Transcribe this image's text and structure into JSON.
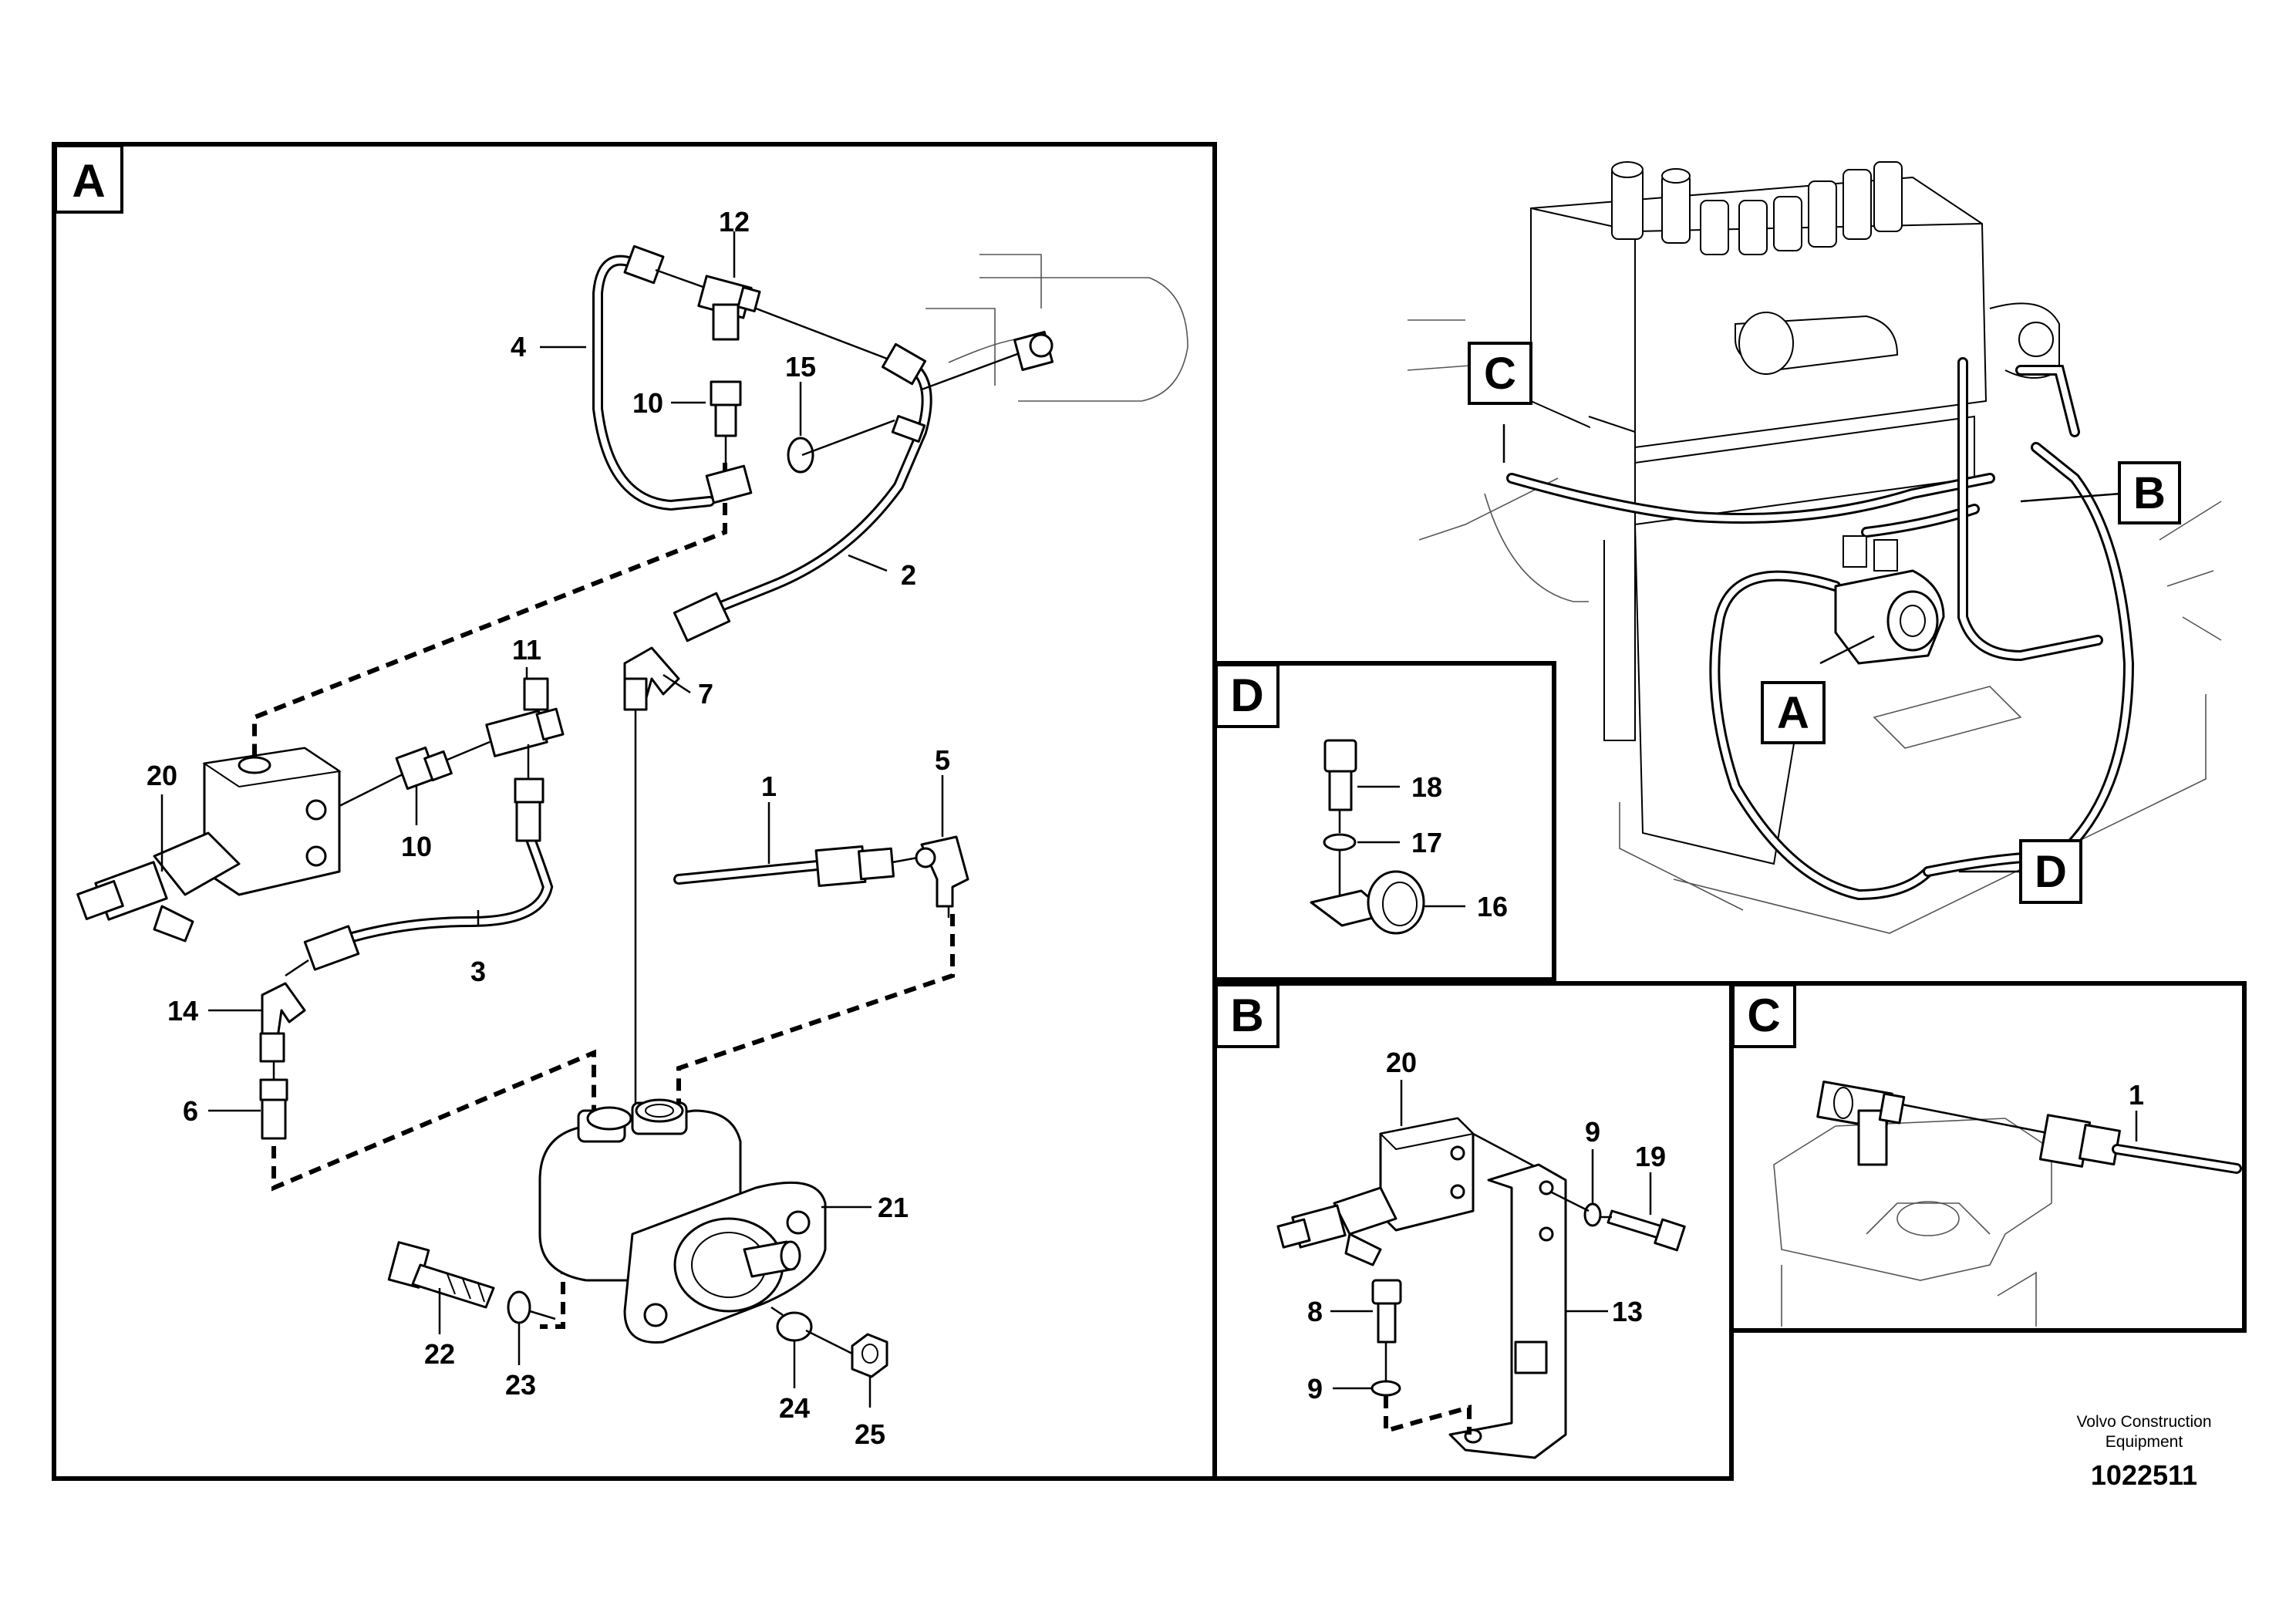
{
  "panels": {
    "A": {
      "label": "A"
    },
    "B": {
      "label": "B"
    },
    "C": {
      "label": "C"
    },
    "D": {
      "label": "D"
    }
  },
  "overview_callouts": {
    "A": "A",
    "B": "B",
    "C": "C",
    "D": "D"
  },
  "part_numbers": {
    "p1": "1",
    "p2": "2",
    "p3": "3",
    "p4": "4",
    "p5": "5",
    "p6": "6",
    "p7": "7",
    "p8": "8",
    "p9": "9",
    "p10": "10",
    "p11": "11",
    "p12": "12",
    "p13": "13",
    "p14": "14",
    "p15": "15",
    "p16": "16",
    "p17": "17",
    "p18": "18",
    "p19": "19",
    "p20": "20",
    "p21": "21",
    "p22": "22",
    "p23": "23",
    "p24": "24",
    "p25": "25"
  },
  "footer": {
    "company_line1": "Volvo Construction",
    "company_line2": "Equipment",
    "drawing_number": "1022511"
  }
}
